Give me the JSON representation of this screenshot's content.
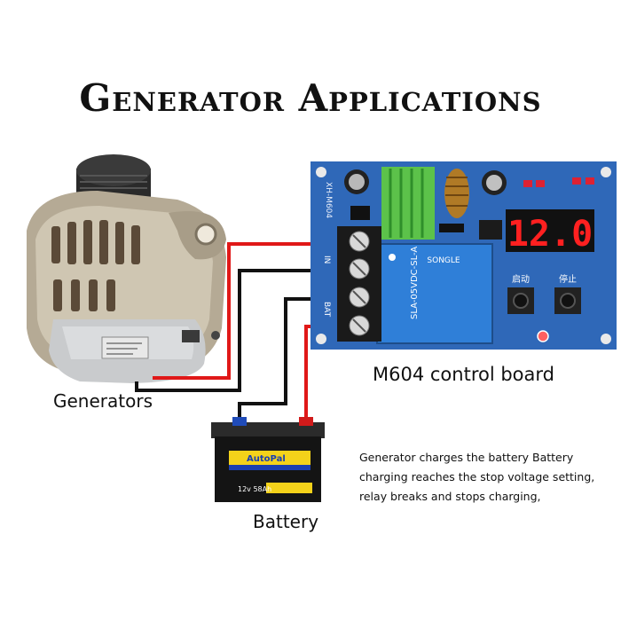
{
  "title": "Generator Applications",
  "labels": {
    "generators": "Generators",
    "control_board": "M604 control board",
    "battery": "Battery"
  },
  "description": [
    "Generator charges the battery Battery",
    "charging reaches the stop voltage setting,",
    "relay breaks and stops charging,"
  ],
  "board": {
    "display": "12.0",
    "model_marking": "XH-M604",
    "relay_brand": "SONGLE",
    "relay_model": "SLA-05VDC-SL-A",
    "start_label": "启动",
    "stop_label": "停止",
    "terminal_labels": [
      "IN",
      "BAT"
    ]
  },
  "battery": {
    "brand": "AutoPal",
    "spec": "12v 58Ah"
  },
  "colors": {
    "positive_wire": "#e01818",
    "negative_wire": "#111111",
    "pcb": "#2f68b8",
    "display_digits": "#ff2020"
  }
}
